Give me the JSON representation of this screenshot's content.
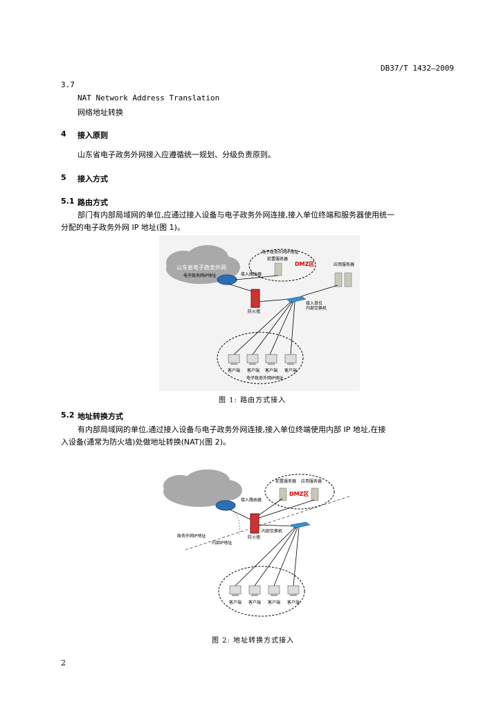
{
  "header": {
    "standard_no": "DB37/T 1432—2009"
  },
  "sec_3_7": {
    "num": "3.7",
    "term_en": "NAT Network Address Translation",
    "term_zh": "网络地址转换"
  },
  "sec_4": {
    "num": "4",
    "title": "接入原则",
    "body": "山东省电子政务外网接入应遵循统一规划、分级负责原则。"
  },
  "sec_5": {
    "num": "5",
    "title": "接入方式"
  },
  "sec_5_1": {
    "num": "5.1",
    "title": "路由方式",
    "body_line1": "部门有内部局域网的单位,应通过接入设备与电子政务外网连接,接入单位终端和服务器使用统一",
    "body_line2": "分配的电子政务外网 IP 地址(图 1)。"
  },
  "figure1": {
    "cloud_label": "山东省电子政务外网",
    "cloud_sub": "电子政务网IP地址",
    "dmz_top": "电子政务外网IP地址",
    "dmz_server": "前置服务器",
    "dmz_label": "DMZ区",
    "router": "接入路由器",
    "app_server": "应用服务器",
    "switch": "接入单位\n内部交换机",
    "firewall": "防火墙",
    "clients": [
      "客户端",
      "客户端",
      "客户端",
      "客户端"
    ],
    "lan_label": "电子政务外网IP地址",
    "caption": "图 1:  路由方式接入"
  },
  "sec_5_2": {
    "num": "5.2",
    "title": "地址转换方式",
    "body_line1": "有内部局域网的单位,通过接入设备与电子政务外网连接,接入单位终端使用内部 IP 地址,在接",
    "body_line2": "入设备(通常为防火墙)处做地址转换(NAT)(图 2)。"
  },
  "figure2": {
    "front_server": "前置服务器",
    "app_server": "应用服务器",
    "dmz_label": "DMZ区",
    "router": "接入路由器",
    "firewall": "防火墙",
    "switch": "内部交换机",
    "ext_ip": "政务外网IP地址",
    "int_ip": "内部IP地址",
    "clients": [
      "客户端",
      "客户端",
      "客户端",
      "客户端"
    ],
    "caption": "图 2:  地址转换方式接入"
  },
  "footer": {
    "page_number": "2"
  }
}
